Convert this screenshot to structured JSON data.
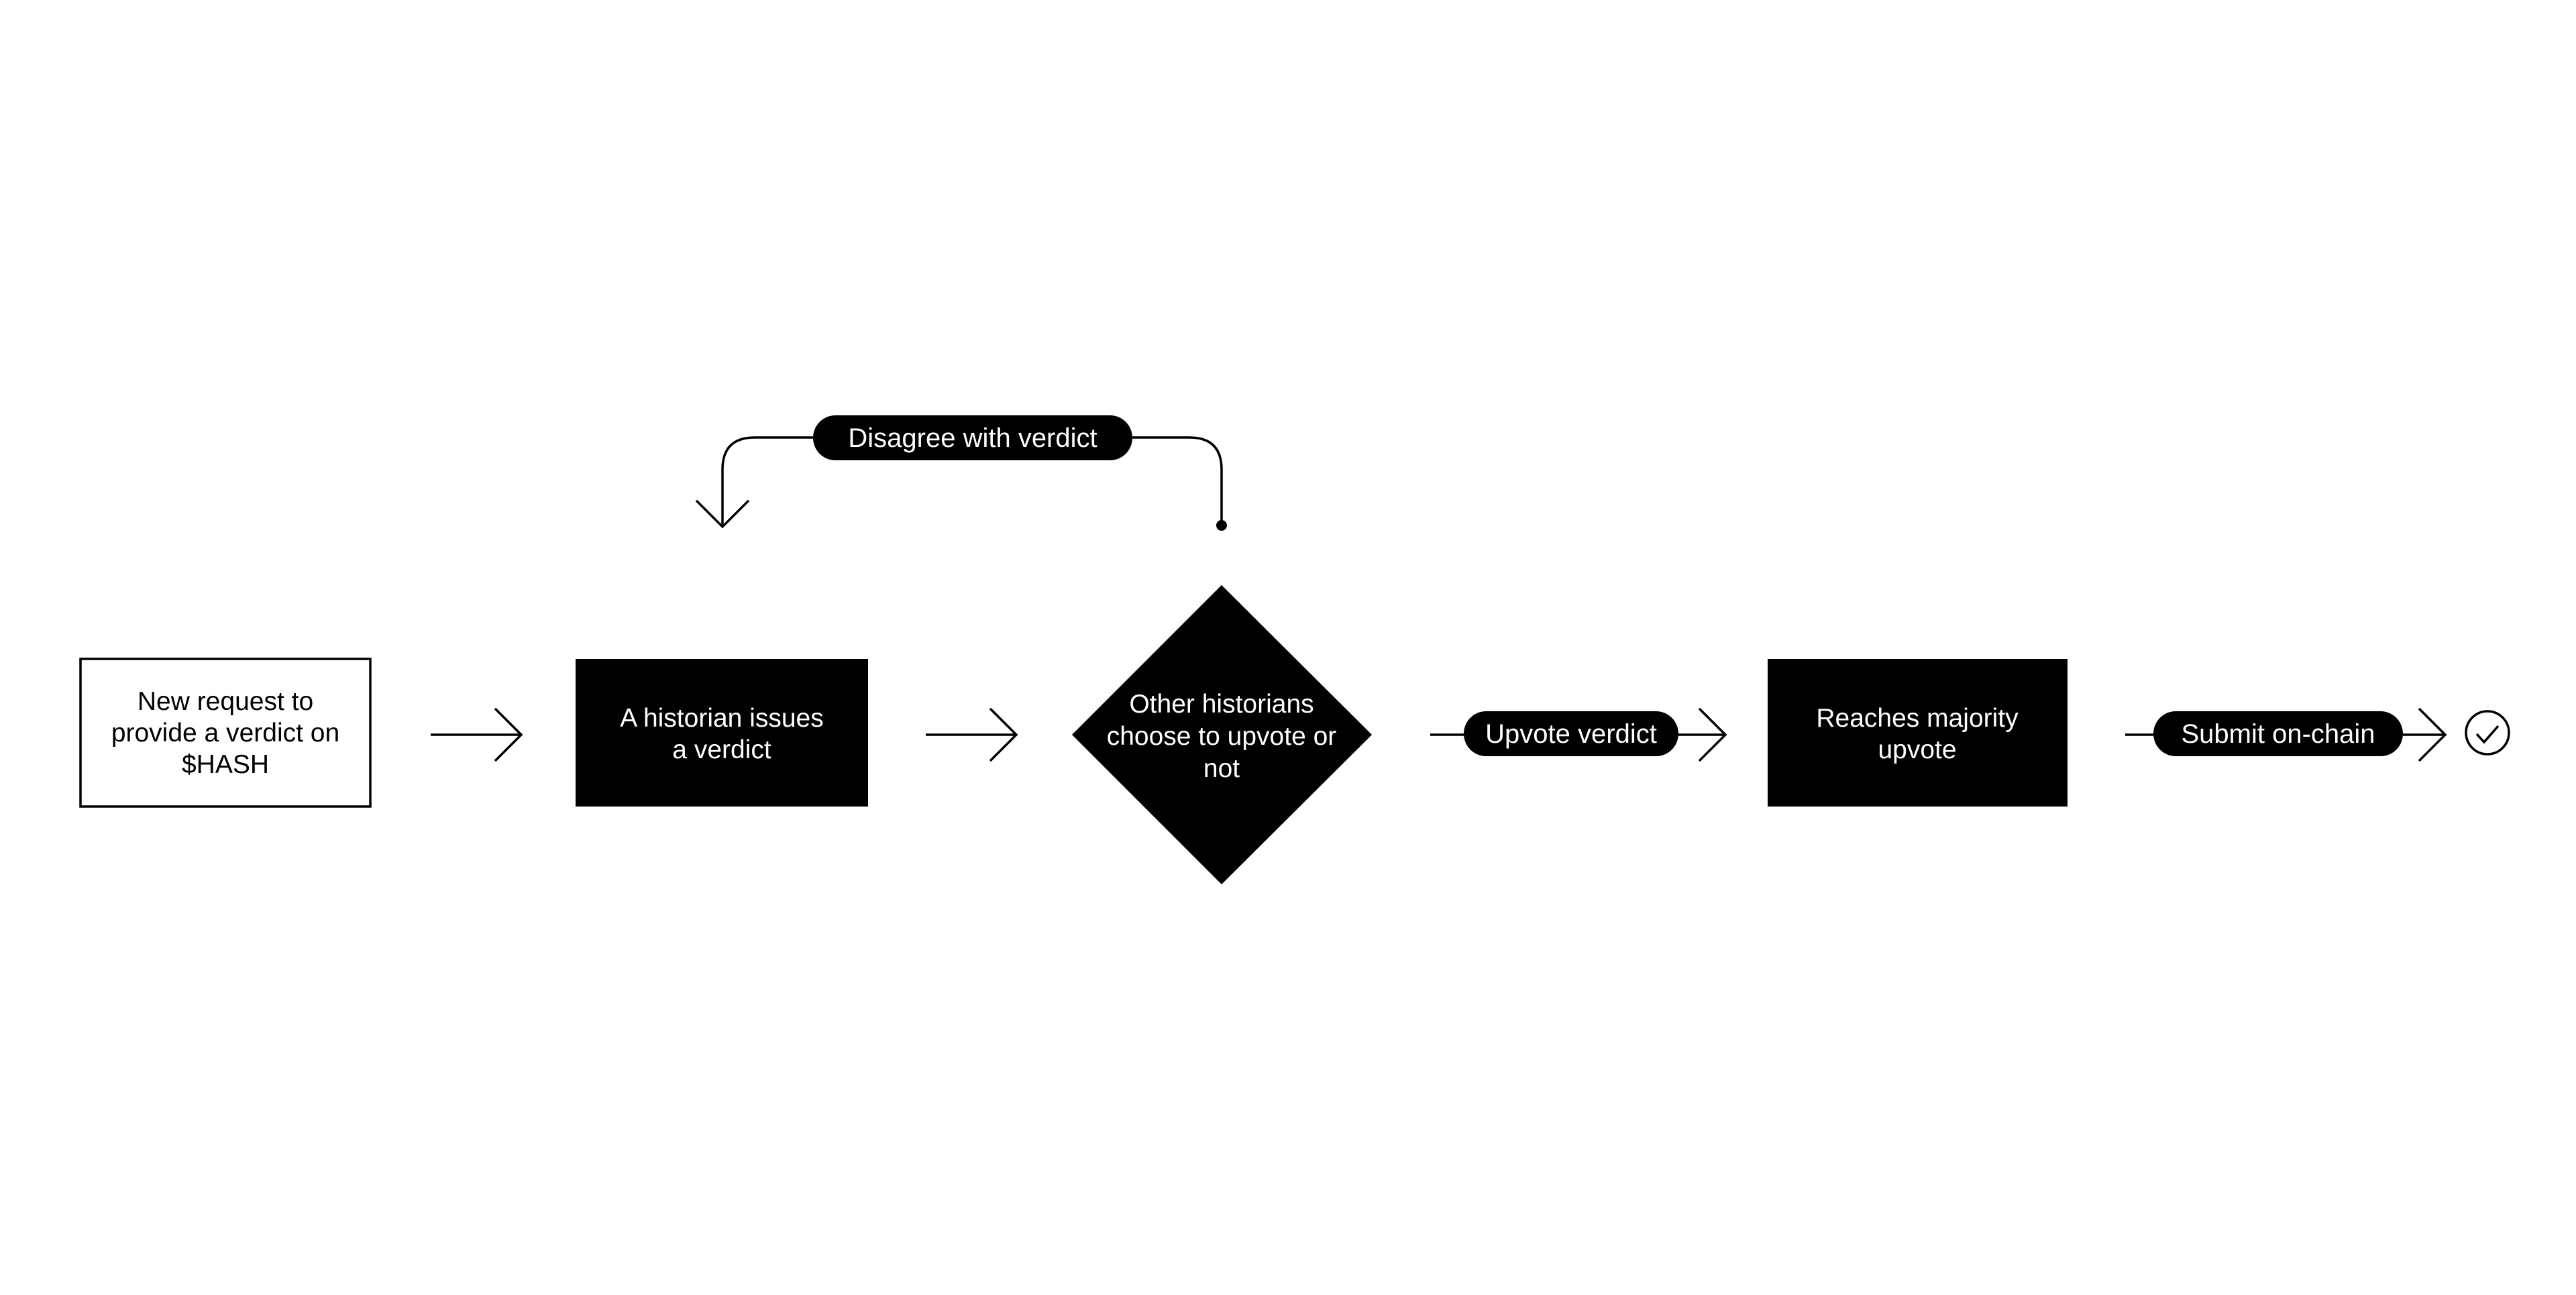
{
  "nodes": {
    "start": {
      "lines": [
        "New request to",
        "provide a verdict on",
        "$HASH"
      ]
    },
    "issue": {
      "lines": [
        "A historian issues",
        "a verdict"
      ]
    },
    "decision": {
      "lines": [
        "Other historians",
        "choose to upvote or",
        "not"
      ]
    },
    "majority": {
      "lines": [
        "Reaches majority",
        "upvote"
      ]
    }
  },
  "edges": {
    "disagree": {
      "label": "Disagree with verdict"
    },
    "upvote": {
      "label": "Upvote verdict"
    },
    "submit": {
      "label": "Submit on-chain"
    }
  },
  "icons": {
    "end": "check-circle-icon"
  },
  "colors": {
    "fill": "#000000",
    "text_on_fill": "#ffffff",
    "background": "#ffffff"
  }
}
